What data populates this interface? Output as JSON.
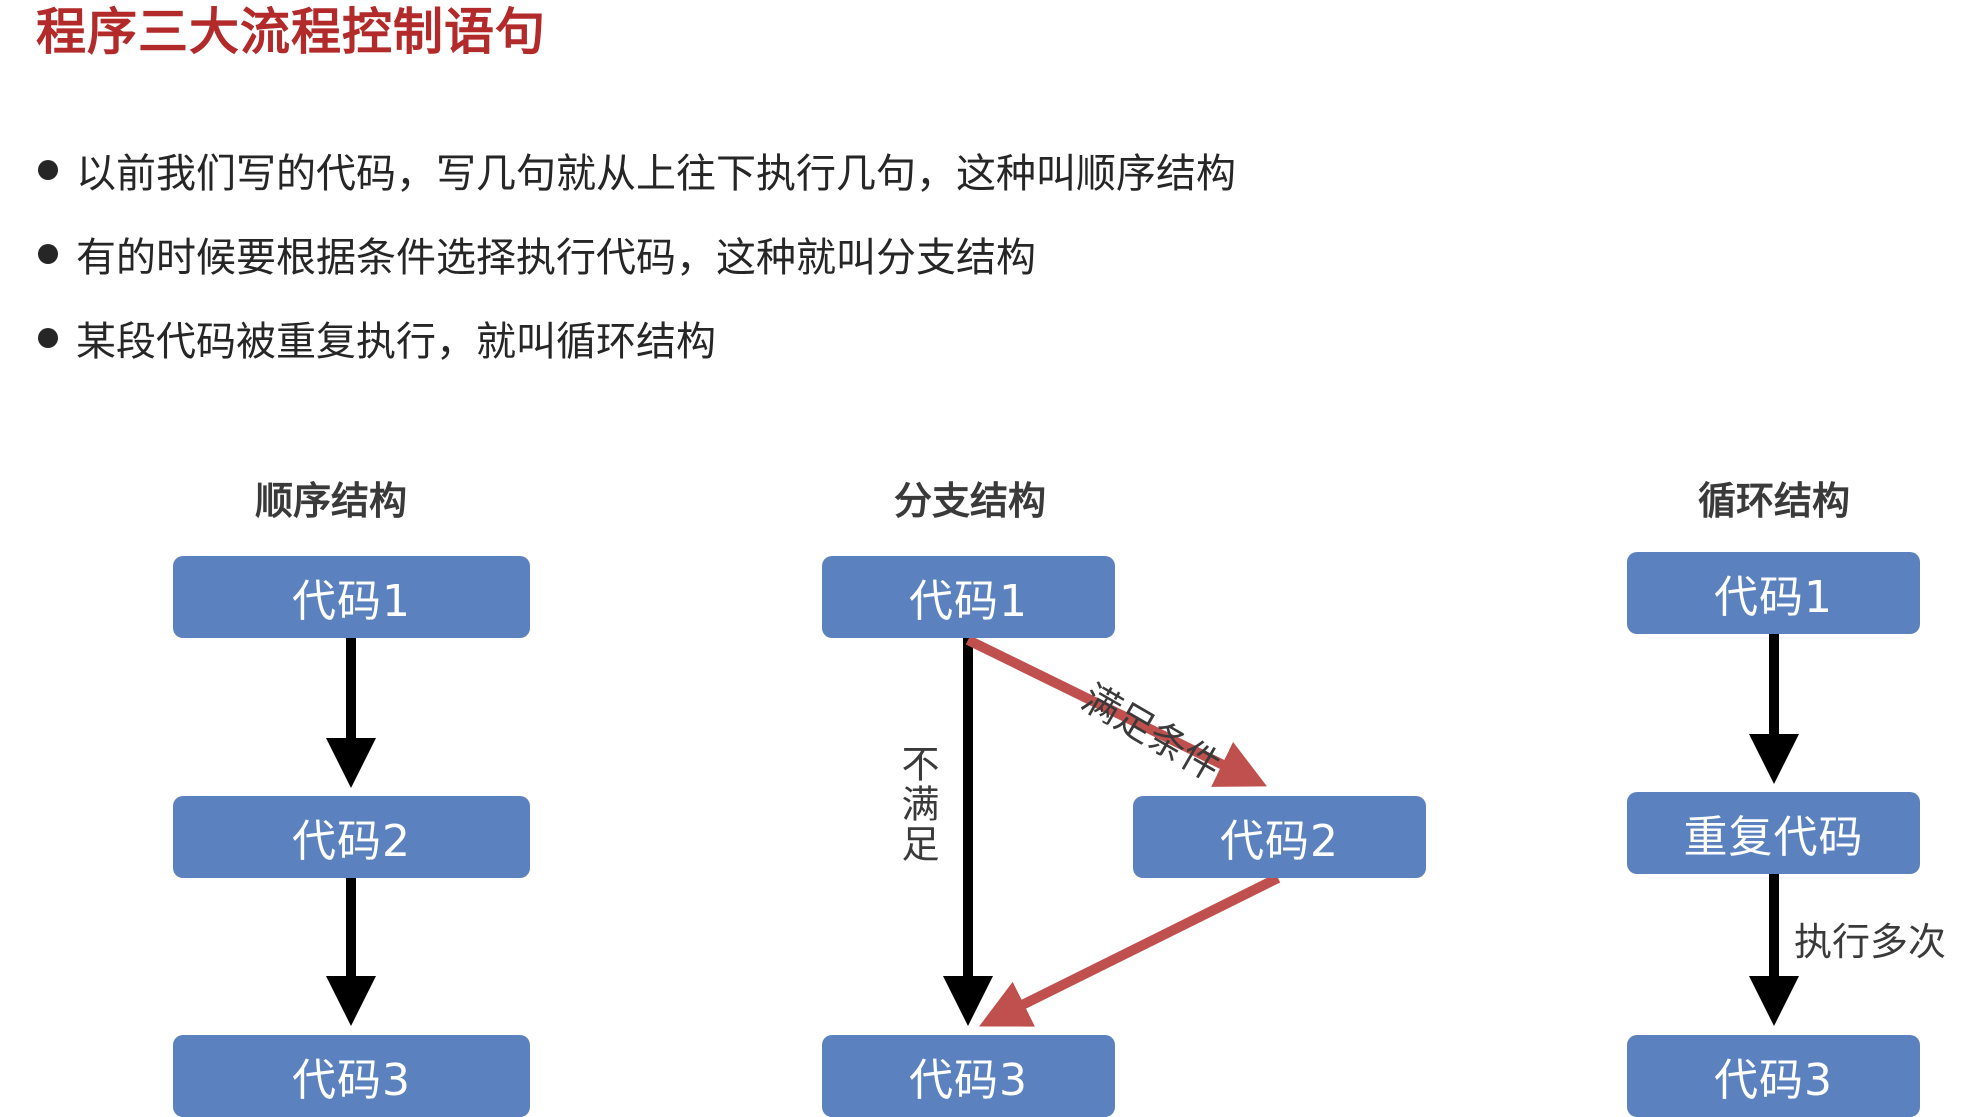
{
  "title": "程序三大流程控制语句",
  "bullets": [
    "以前我们写的代码，写几句就从上往下执行几句，这种叫顺序结构",
    "有的时候要根据条件选择执行代码，这种就叫分支结构",
    "某段代码被重复执行，就叫循环结构"
  ],
  "sequence": {
    "title": "顺序结构",
    "box1": "代码1",
    "box2": "代码2",
    "box3": "代码3"
  },
  "branch": {
    "title": "分支结构",
    "box1": "代码1",
    "box2": "代码2",
    "box3": "代码3",
    "label_satisfied": "满足条件",
    "label_not_satisfied": "不满足"
  },
  "loop": {
    "title": "循环结构",
    "box1": "代码1",
    "box2": "重复代码",
    "box3": "代码3",
    "label_repeat": "执行多次"
  },
  "colors": {
    "title": "#b22a2a",
    "box": "#5b82bf",
    "arrow": "#000000",
    "branch_arrow": "#c0504d"
  }
}
